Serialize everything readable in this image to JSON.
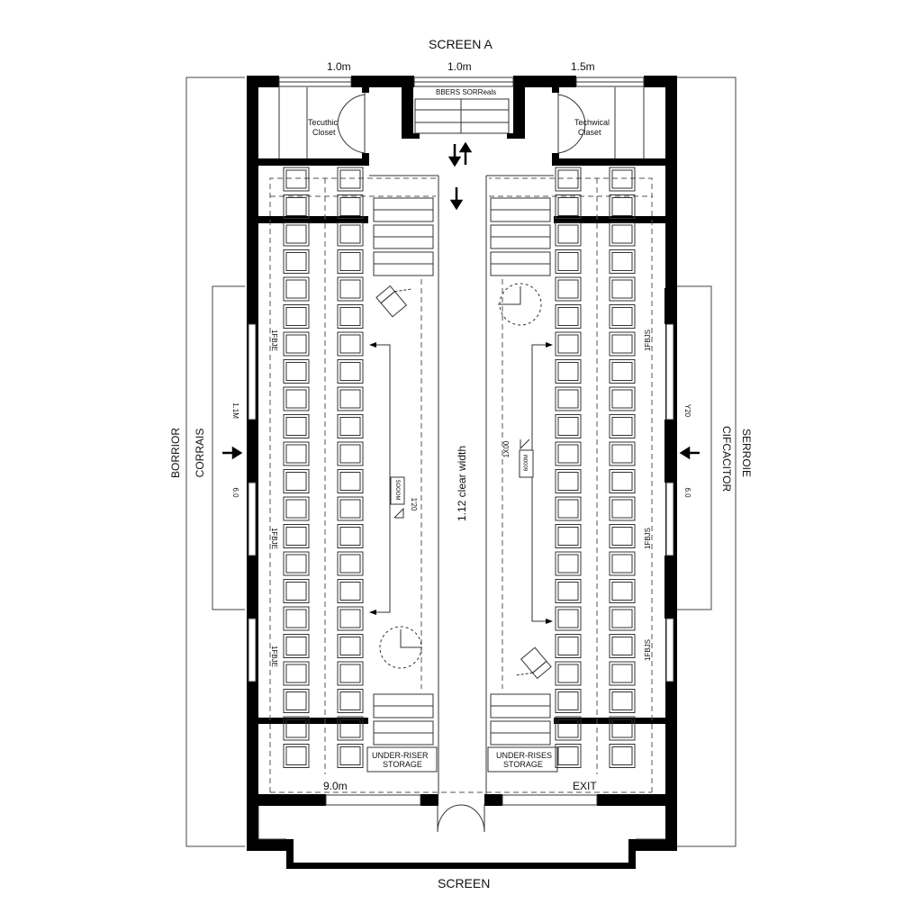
{
  "plan": {
    "title_top": "SCREEN A",
    "title_bottom": "SCREEN",
    "top_dimensions": [
      "1.0m",
      "1.0m",
      "1.5m"
    ],
    "bottom_dimension": "9.0m",
    "exit_label": "EXIT",
    "aisle_label": "1.12 clear width",
    "top_booth_label": "BBERS SORReals",
    "closets": [
      {
        "side": "left",
        "line1": "Tecuthic",
        "line2": "Closet"
      },
      {
        "side": "right",
        "line1": "Techwical",
        "line2": "Claset"
      }
    ],
    "storage": [
      {
        "side": "left",
        "line1": "UNDER-RISER",
        "line2": "STORAGE"
      },
      {
        "side": "right",
        "line1": "UNDER-RISES",
        "line2": "STORAGE"
      }
    ],
    "side_labels_left": {
      "outer": "BORRIOR",
      "inner": "CORRAIS",
      "dim_top": "1.1M",
      "dim_bottom": "6.0"
    },
    "side_labels_right": {
      "outer": "CIFCACITOR",
      "inner": "SERROIE",
      "dim_top": "Y20",
      "dim_bottom": "6.0"
    },
    "inner_dims": {
      "left_value": "1'20",
      "left_tag": "SOOOM",
      "right_value": "1X00",
      "right_tag": "6000M"
    },
    "wall_tags_left": [
      "1FBJE",
      "1FBJE",
      "1FBJE"
    ],
    "wall_tags_right": [
      "1FBJS",
      "1FBJS",
      "1FBJS"
    ],
    "seating": {
      "rows": 20,
      "blocks": [
        "left-outer",
        "left-inner",
        "right-inner",
        "right-outer"
      ]
    },
    "colors": {
      "wall": "#000000",
      "line": "#333333",
      "background": "#ffffff"
    }
  }
}
